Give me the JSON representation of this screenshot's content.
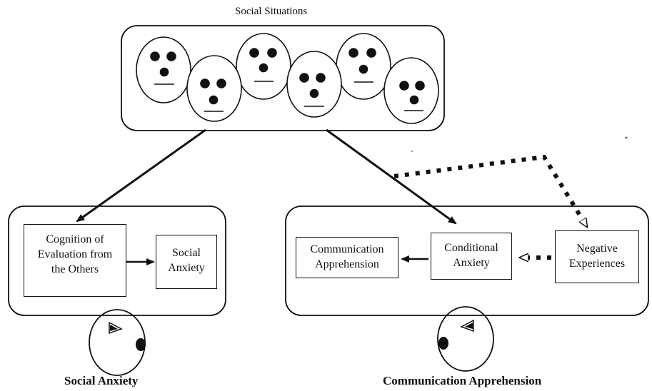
{
  "title": "Social Situations",
  "social_anxiety_panel": {
    "cognition_box": [
      "Cognition of",
      "Evaluation from",
      "the Others"
    ],
    "anxiety_box": [
      "Social",
      "Anxiety"
    ],
    "caption": "Social Anxiety"
  },
  "communication_panel": {
    "apprehension_box": [
      "Communication",
      "Apprehension"
    ],
    "conditional_box": [
      "Conditional",
      "Anxiety"
    ],
    "negative_box": [
      "Negative",
      "Experiences"
    ],
    "caption": "Communication Apprehension"
  }
}
